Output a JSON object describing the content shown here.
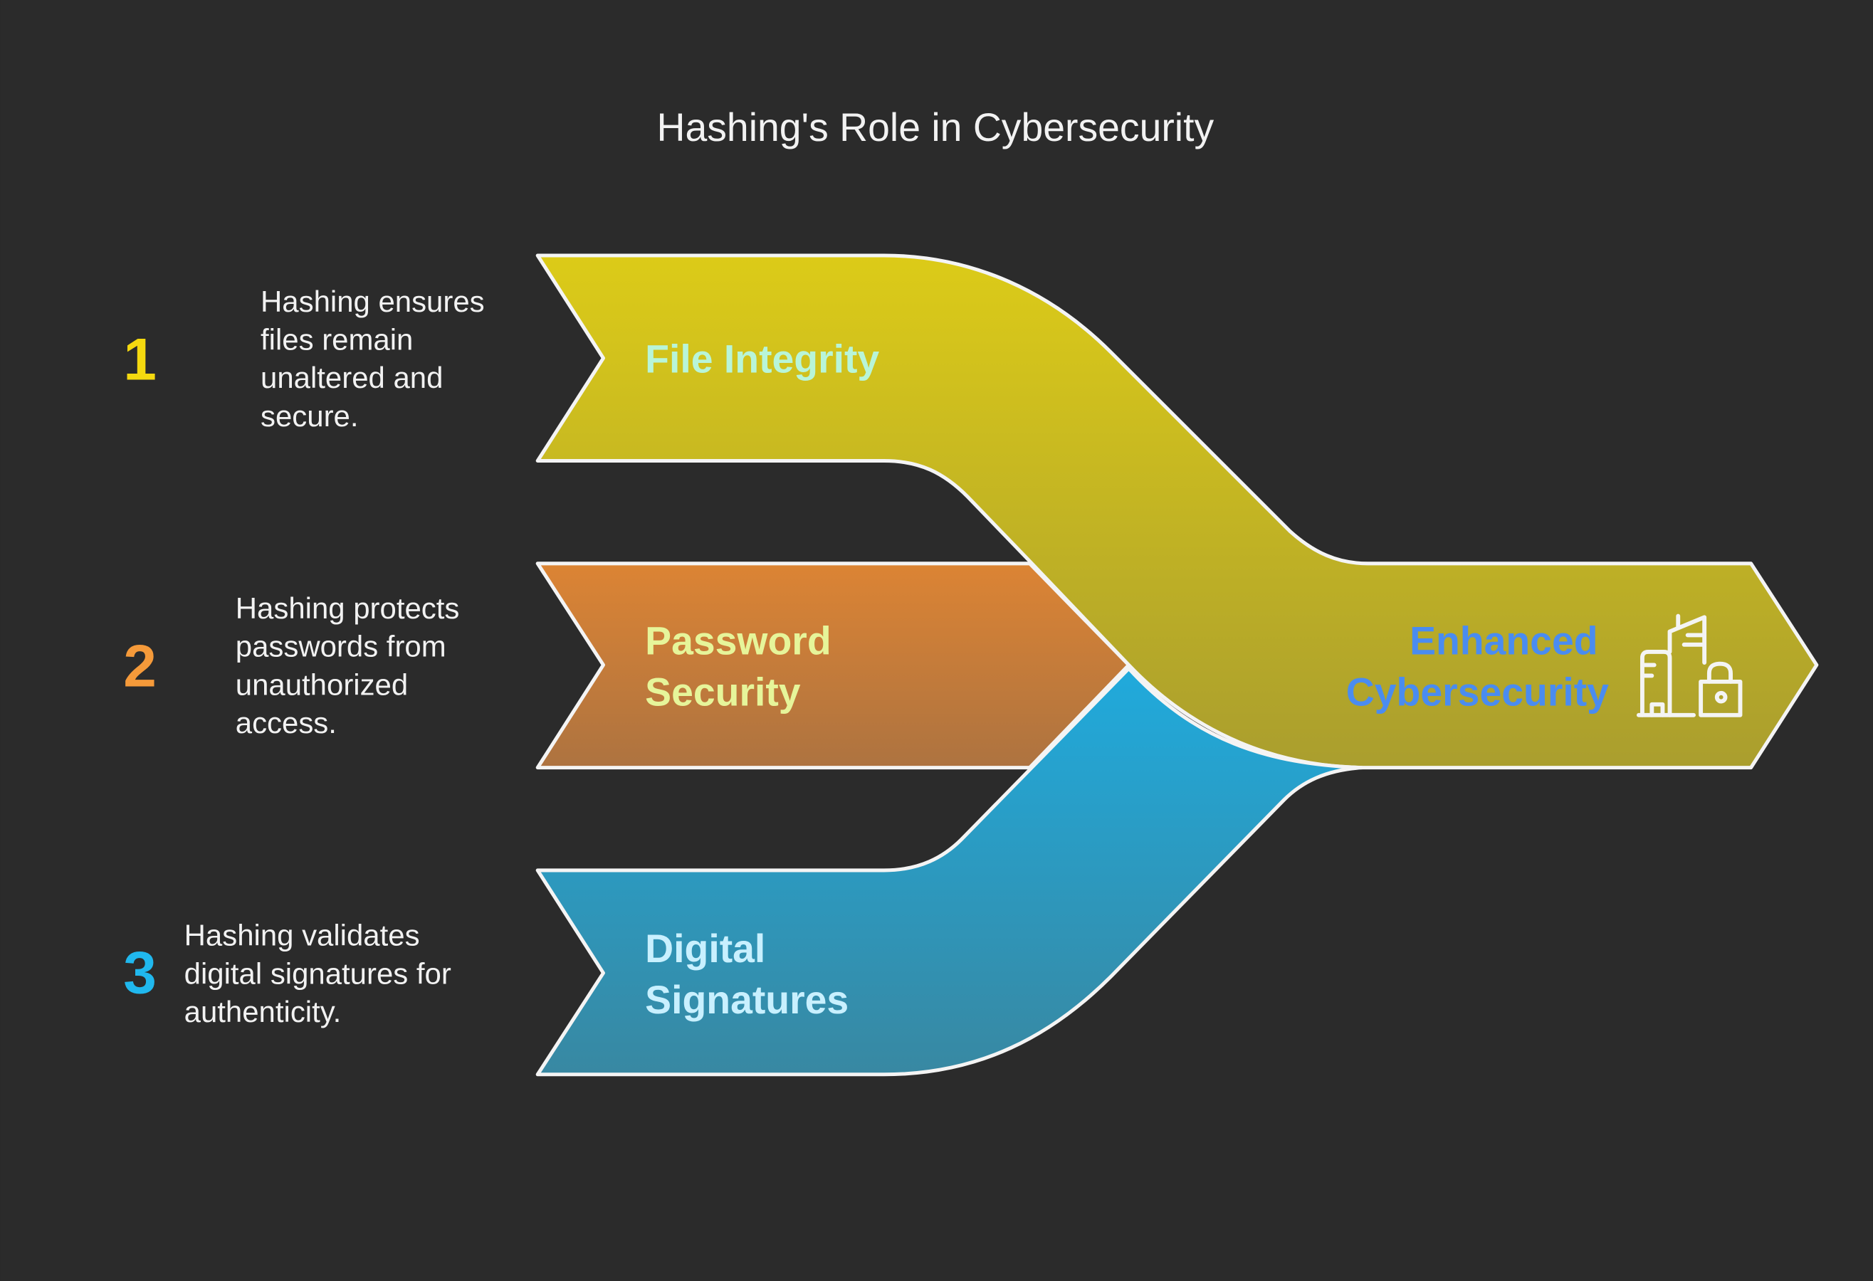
{
  "title": "Hashing's Role in Cybersecurity",
  "items": [
    {
      "number": "1",
      "number_color": "#f5d90f",
      "description": [
        "Hashing ensures",
        "files remain",
        "unaltered and",
        "secure."
      ],
      "label": [
        "File Integrity"
      ],
      "label_color": "#b8f5d8",
      "fill_top": "#dccb18",
      "fill_bottom": "#c2b225"
    },
    {
      "number": "2",
      "number_color": "#f59a3a",
      "description": [
        "Hashing protects",
        "passwords from",
        "unauthorized",
        "access."
      ],
      "label": [
        "Password",
        "Security"
      ],
      "label_color": "#e6f59a",
      "fill_top": "#dc8434",
      "fill_bottom": "#b07040"
    },
    {
      "number": "3",
      "number_color": "#20b8ee",
      "description": [
        "Hashing validates",
        "digital signatures for",
        "authenticity."
      ],
      "label": [
        "Digital",
        "Signatures"
      ],
      "label_color": "#c8f0ff",
      "fill_top": "#22a8d8",
      "fill_bottom": "#348aa4"
    }
  ],
  "outcome": {
    "label": [
      "Enhanced",
      "Cybersecurity"
    ],
    "label_color": "#4a8cf0",
    "icon": "city-buildings-lock-icon"
  }
}
